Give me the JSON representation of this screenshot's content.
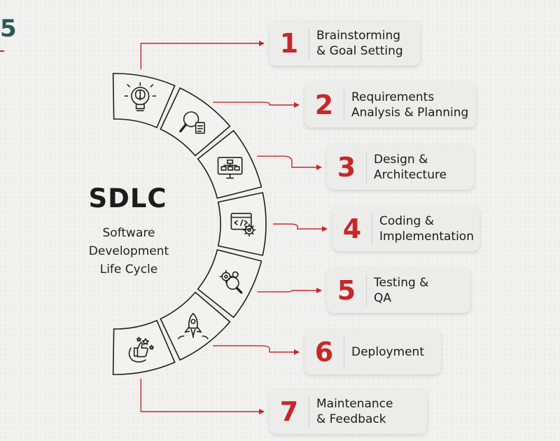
{
  "colors": {
    "accent": "#c62828",
    "text": "#1c1c1c",
    "brand_corner": "#2b5a57"
  },
  "corner_mark": "5",
  "center": {
    "title": "SDLC",
    "subtitle_lines": [
      "Software",
      "Development",
      "Life Cycle"
    ]
  },
  "steps": [
    {
      "number": "1",
      "label_lines": [
        "Brainstorming",
        "& Goal Setting"
      ],
      "icon": "brain-bulb-icon"
    },
    {
      "number": "2",
      "label_lines": [
        "Requirements",
        "Analysis & Planning"
      ],
      "icon": "magnifier-document-icon"
    },
    {
      "number": "3",
      "label_lines": [
        "Design &",
        "Architecture"
      ],
      "icon": "monitor-flowchart-icon"
    },
    {
      "number": "4",
      "label_lines": [
        "Coding &",
        "Implementation"
      ],
      "icon": "code-window-gear-icon"
    },
    {
      "number": "5",
      "label_lines": [
        "Testing &",
        "QA"
      ],
      "icon": "gears-magnifier-icon"
    },
    {
      "number": "6",
      "label_lines": [
        "Deployment"
      ],
      "icon": "rocket-icon"
    },
    {
      "number": "7",
      "label_lines": [
        "Maintenance",
        "& Feedback"
      ],
      "icon": "thumbs-up-stars-icon"
    }
  ]
}
